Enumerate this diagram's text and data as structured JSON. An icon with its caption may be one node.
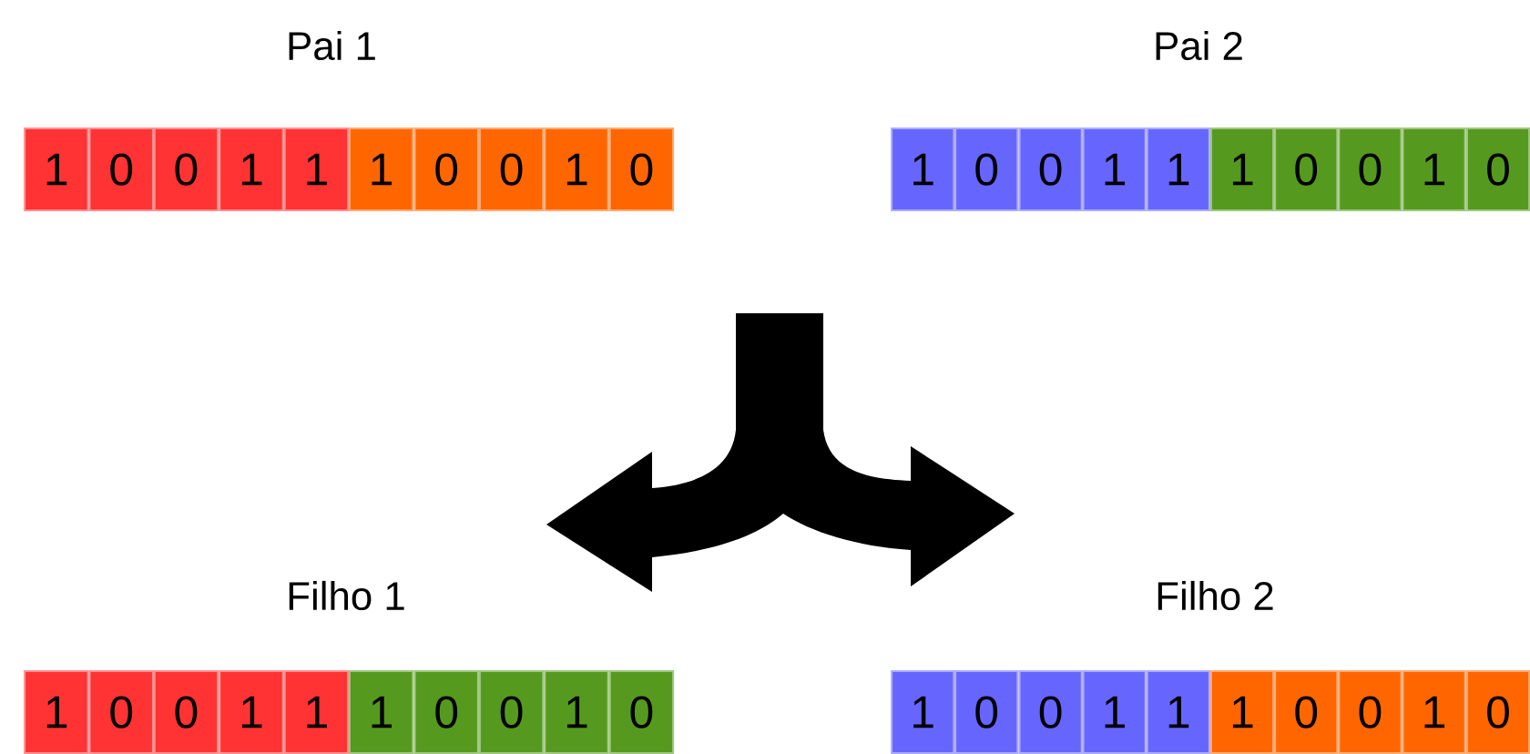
{
  "diagram": {
    "nodes": [
      {
        "text": [
          "1"
        ]
      },
      {
        "text": [
          "0"
        ]
      },
      {
        "text": [
          "0"
        ]
      },
      {
        "text": [
          "1"
        ]
      },
      {
        "text": [
          "1"
        ]
      },
      {
        "text": [
          "1"
        ]
      },
      {
        "text": [
          "0"
        ]
      },
      {
        "text": [
          "0"
        ]
      },
      {
        "text": [
          "1"
        ]
      },
      {
        "text": [
          "0"
        ]
      },
      {
        "text": [
          "1"
        ]
      },
      {
        "text": [
          "0"
        ]
      },
      {
        "text": [
          "0"
        ]
      },
      {
        "text": [
          "1"
        ]
      },
      {
        "text": [
          "1"
        ]
      },
      {
        "text": [
          "1"
        ]
      },
      {
        "text": [
          "0"
        ]
      },
      {
        "text": [
          "0"
        ]
      },
      {
        "text": [
          "1"
        ]
      },
      {
        "text": [
          "0"
        ]
      },
      {
        "text": [
          "1"
        ]
      },
      {
        "text": [
          "0"
        ]
      },
      {
        "text": [
          "0"
        ]
      },
      {
        "text": [
          "1"
        ]
      },
      {
        "text": [
          "1"
        ]
      },
      {
        "text": [
          "1"
        ]
      },
      {
        "text": [
          "0"
        ]
      },
      {
        "text": [
          "0"
        ]
      },
      {
        "text": [
          "1"
        ]
      },
      {
        "text": [
          "0"
        ]
      },
      {
        "text": [
          "1"
        ]
      },
      {
        "text": [
          "0"
        ]
      },
      {
        "text": [
          "0"
        ]
      },
      {
        "text": [
          "1"
        ]
      },
      {
        "text": [
          "1"
        ]
      },
      {
        "text": [
          "1"
        ]
      },
      {
        "text": [
          "0"
        ]
      },
      {
        "text": [
          "0"
        ]
      },
      {
        "text": [
          "1"
        ]
      },
      {
        "text": [
          "0"
        ]
      }
    ],
    "labels": [
      "Pai 1",
      "Pai 2",
      "Filho 1",
      "Filho 2"
    ]
  }
}
